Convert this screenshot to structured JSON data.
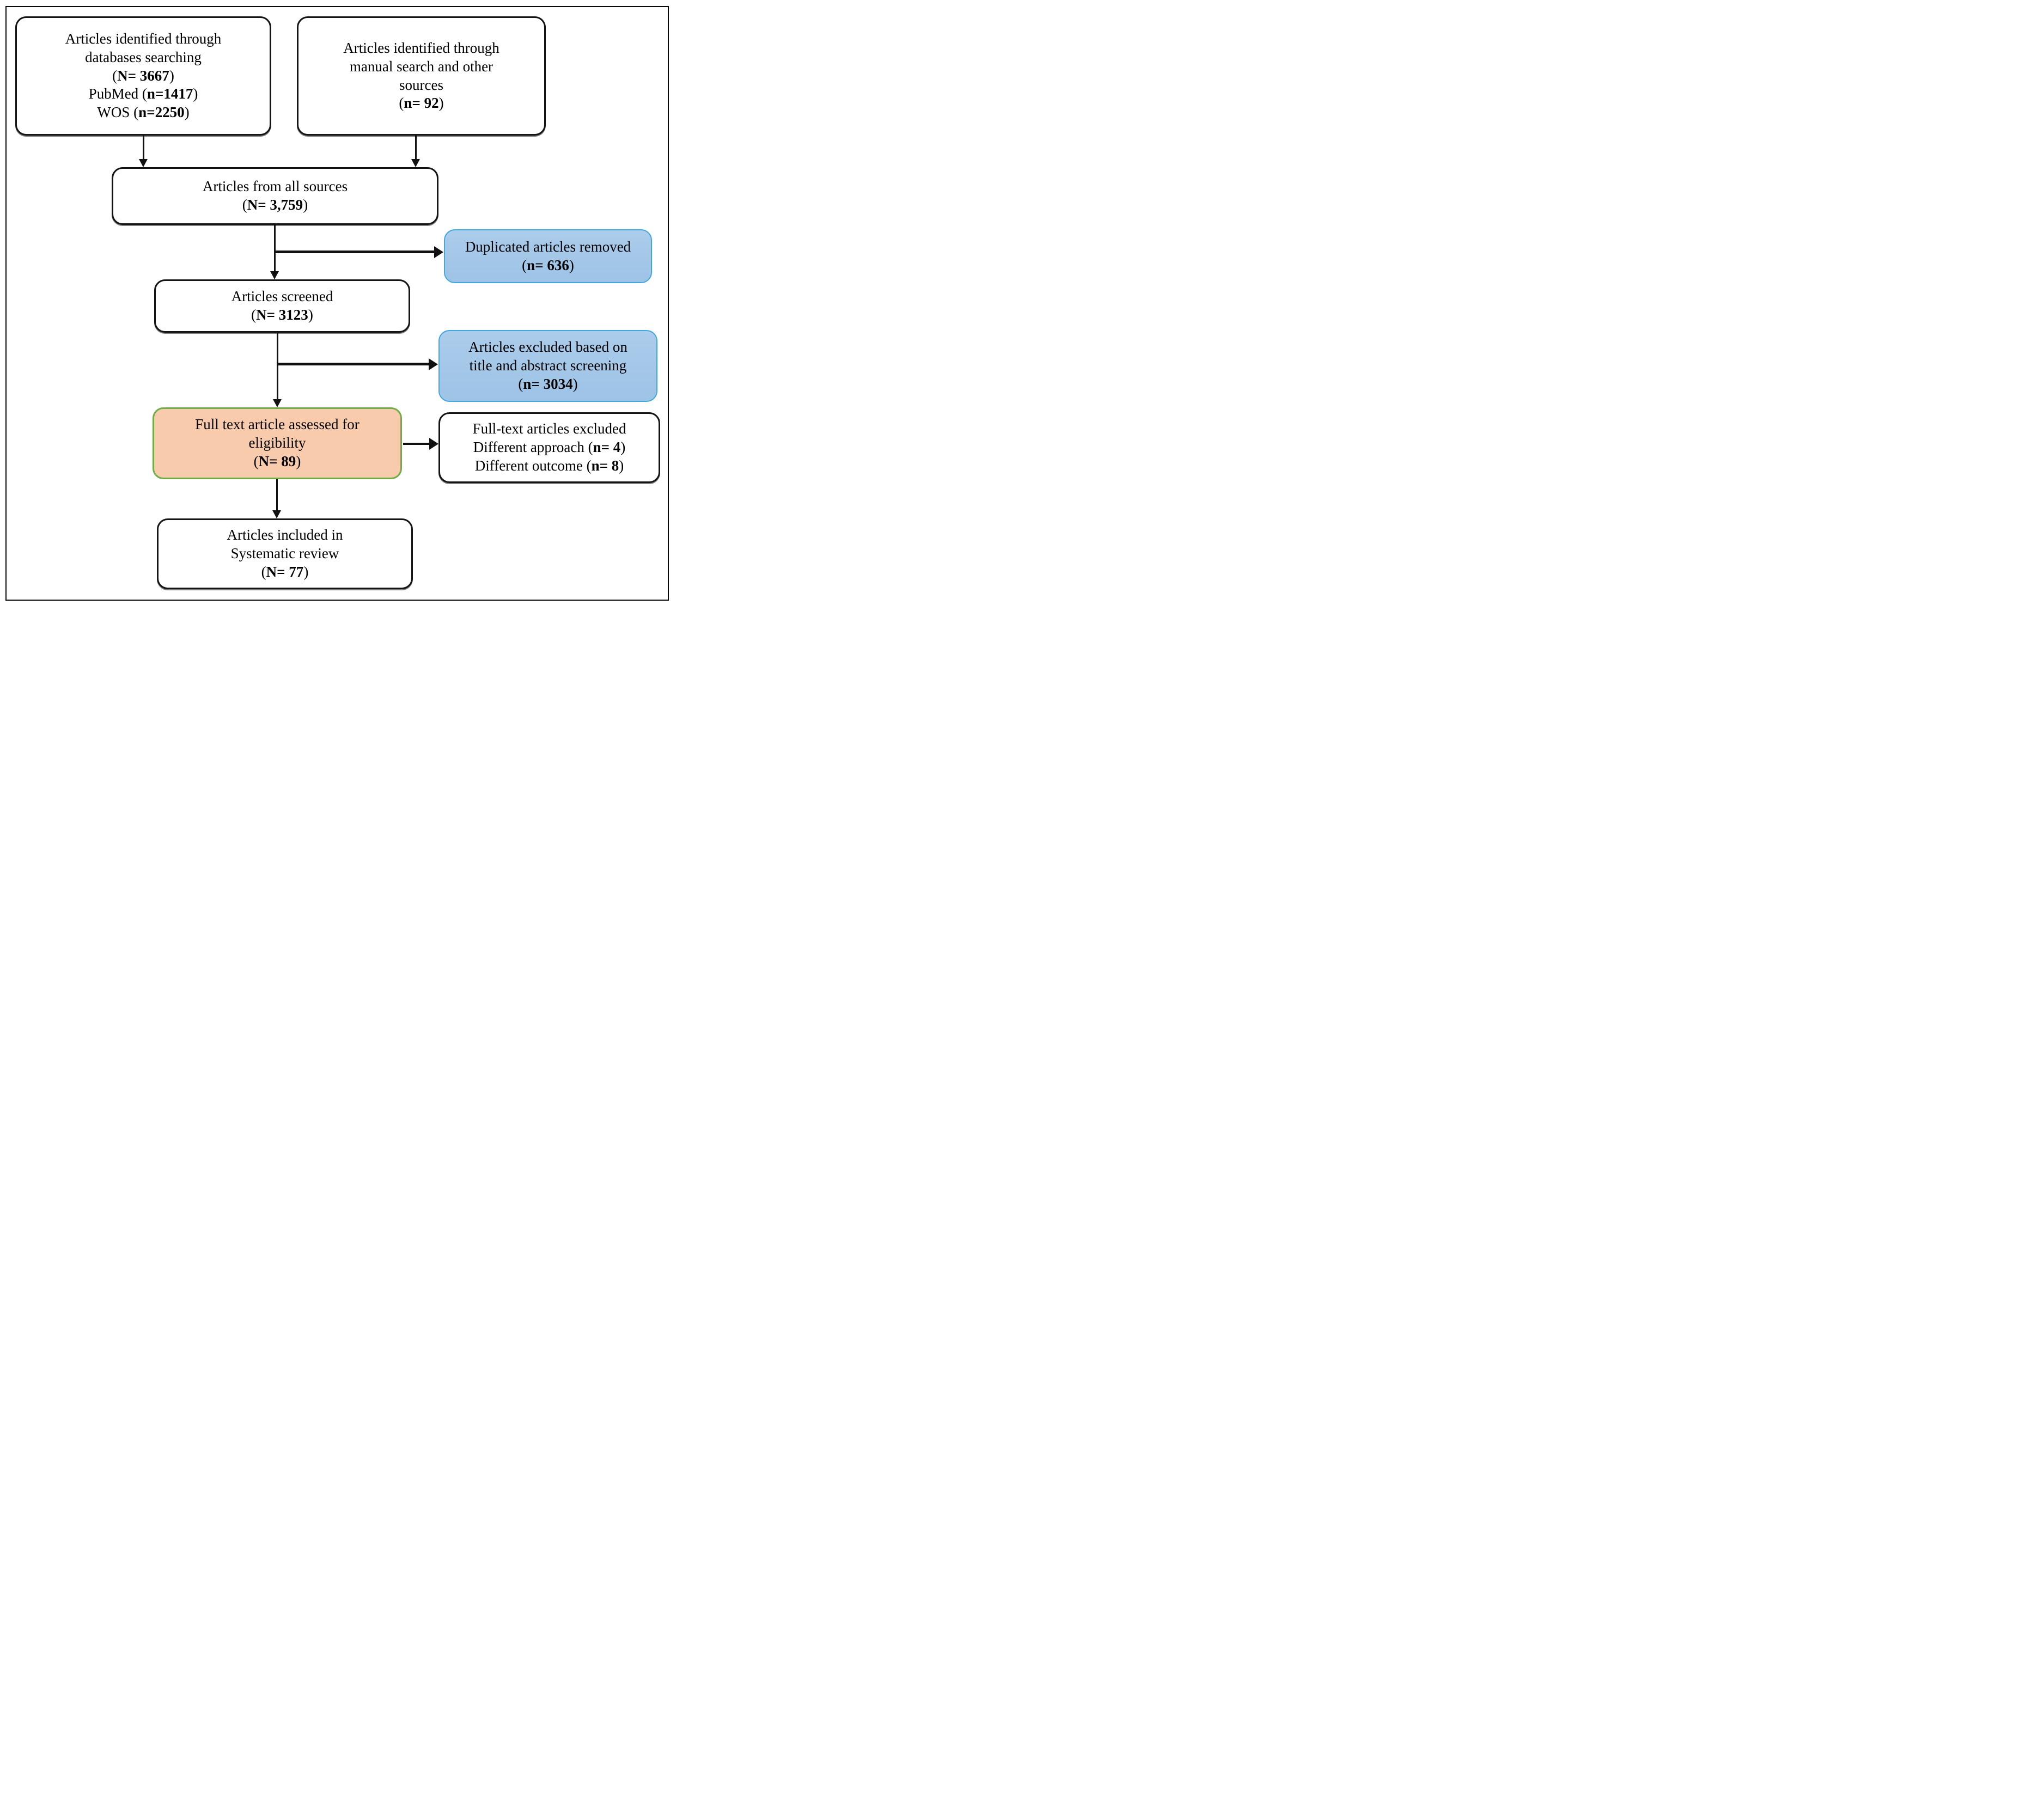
{
  "figure": {
    "title": "PRISMA article selection flow diagram",
    "colors": {
      "blue-fill": "#9DC3E6",
      "blue-fill-light": "#ACCCEB",
      "blue-border": "#41A8DC",
      "orange-fill": "#F8CBAD",
      "orange-border": "#70AD47",
      "box-border": "#141414",
      "line-color": "#111111"
    },
    "boxes": {
      "identified_databases": {
        "lines": [
          [
            {
              "text": "Articles identified through"
            }
          ],
          [
            {
              "text": "databases searching"
            }
          ],
          [
            {
              "text": "("
            },
            {
              "text": "N= 3667",
              "bold": true
            },
            {
              "text": ")"
            }
          ],
          [
            {
              "text": "PubMed ("
            },
            {
              "text": "n=1417",
              "bold": true
            },
            {
              "text": ")"
            }
          ],
          [
            {
              "text": "WOS ("
            },
            {
              "text": "n=2250",
              "bold": true
            },
            {
              "text": ")"
            }
          ]
        ]
      },
      "identified_manual": {
        "lines": [
          [
            {
              "text": "Articles identified through"
            }
          ],
          [
            {
              "text": "manual search and other"
            }
          ],
          [
            {
              "text": "sources"
            }
          ],
          [
            {
              "text": "("
            },
            {
              "text": "n= 92",
              "bold": true
            },
            {
              "text": ")"
            }
          ]
        ]
      },
      "all_sources": {
        "lines": [
          [
            {
              "text": "Articles from all sources"
            }
          ],
          [
            {
              "text": "("
            },
            {
              "text": "N= 3,759",
              "bold": true
            },
            {
              "text": ")"
            }
          ]
        ]
      },
      "duplicates_removed": {
        "lines": [
          [
            {
              "text": "Duplicated articles removed"
            }
          ],
          [
            {
              "text": "("
            },
            {
              "text": "n= 636",
              "bold": true
            },
            {
              "text": ")"
            }
          ]
        ]
      },
      "screened": {
        "lines": [
          [
            {
              "text": "Articles screened"
            }
          ],
          [
            {
              "text": "("
            },
            {
              "text": "N= 3123",
              "bold": true
            },
            {
              "text": ")"
            }
          ]
        ]
      },
      "excluded_screening": {
        "lines": [
          [
            {
              "text": "Articles excluded based on"
            }
          ],
          [
            {
              "text": "title and abstract screening"
            }
          ],
          [
            {
              "text": "("
            },
            {
              "text": "n= 3034",
              "bold": true
            },
            {
              "text": ")"
            }
          ]
        ]
      },
      "fulltext_assessed": {
        "lines": [
          [
            {
              "text": "Full text article assessed for"
            }
          ],
          [
            {
              "text": "eligibility"
            }
          ],
          [
            {
              "text": "("
            },
            {
              "text": "N= 89",
              "bold": true
            },
            {
              "text": ")"
            }
          ]
        ]
      },
      "fulltext_excluded": {
        "lines": [
          [
            {
              "text": "Full-text articles excluded"
            }
          ],
          [
            {
              "text": "Different approach ("
            },
            {
              "text": "n= 4",
              "bold": true
            },
            {
              "text": ")"
            }
          ],
          [
            {
              "text": "Different outcome ("
            },
            {
              "text": "n= 8",
              "bold": true
            },
            {
              "text": ")"
            }
          ]
        ]
      },
      "included": {
        "lines": [
          [
            {
              "text": "Articles included in"
            }
          ],
          [
            {
              "text": "Systematic review"
            }
          ],
          [
            {
              "text": "("
            },
            {
              "text": "N= 77",
              "bold": true
            },
            {
              "text": ")"
            }
          ]
        ]
      }
    }
  }
}
